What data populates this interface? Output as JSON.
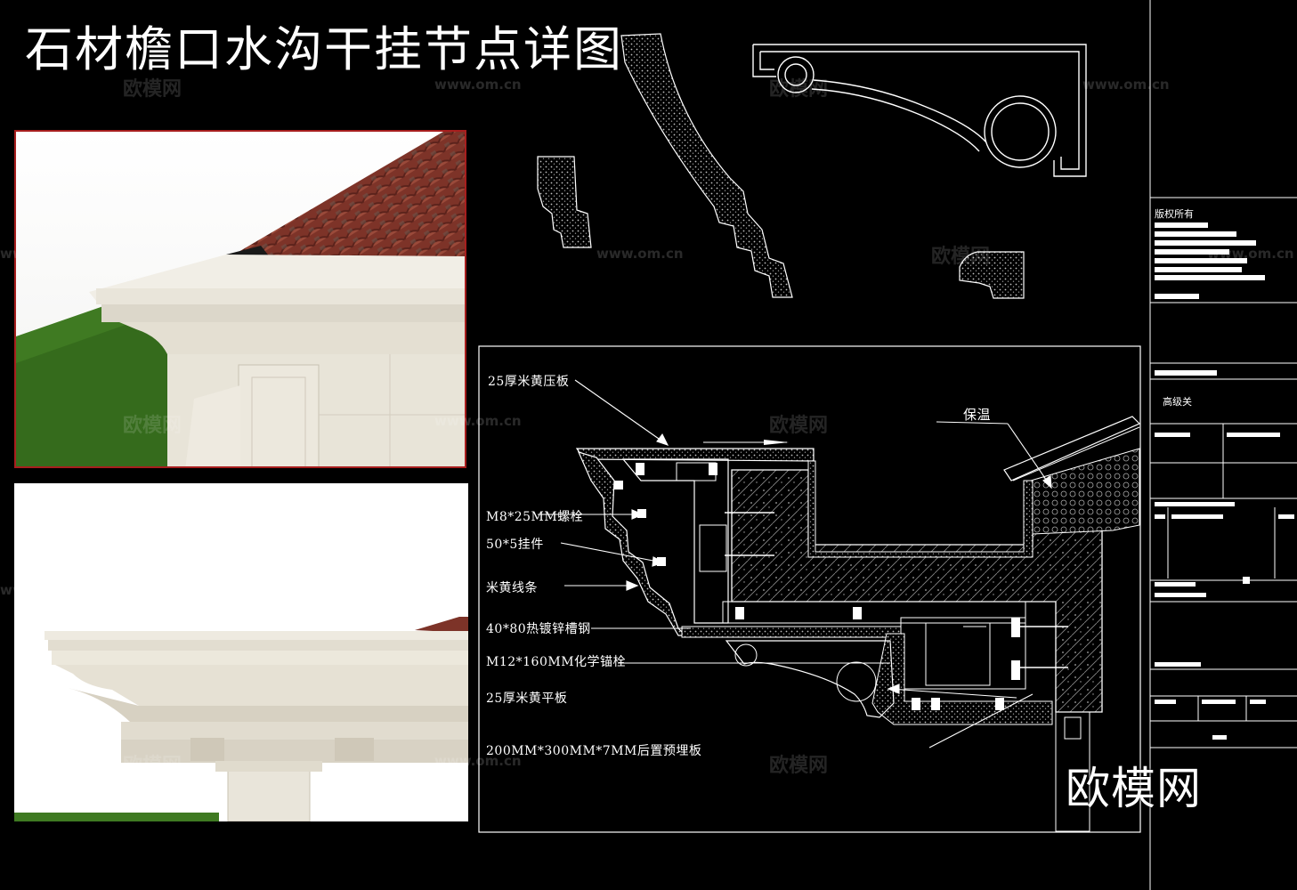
{
  "title": "石材檐口水沟干挂节点详图",
  "watermarks": {
    "site": "www.om.cn",
    "brand_cn": "欧模网"
  },
  "detail_labels": [
    "25厚米黄压板",
    "M8*25MM螺栓",
    "50*5挂件",
    "米黄线条",
    "40*80热镀锌槽钢",
    "M12*160MM化学锚栓",
    "25厚米黄平板",
    "200MM*300MM*7MM后置预埋板"
  ],
  "insulation_label": "保温",
  "title_block": {
    "copyright": "版权所有",
    "name": "高级关"
  },
  "brand_logo": "欧模网",
  "colors": {
    "background": "#000000",
    "lines": "#ffffff",
    "photo_border": "#a81e1e",
    "roof_tile": "#8a3a2e",
    "stone": "#e6e2d6",
    "grass": "#3f7a22"
  }
}
